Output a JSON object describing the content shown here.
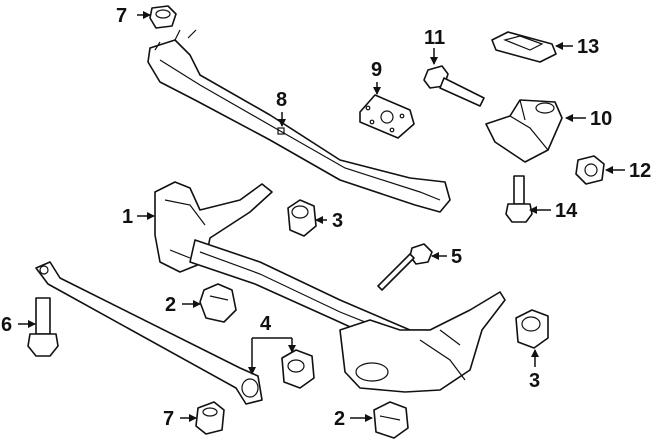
{
  "callouts": {
    "c1": "1",
    "c2a": "2",
    "c2b": "2",
    "c3a": "3",
    "c3b": "3",
    "c4": "4",
    "c5": "5",
    "c6": "6",
    "c7a": "7",
    "c7b": "7",
    "c8": "8",
    "c9": "9",
    "c10": "10",
    "c11": "11",
    "c12": "12",
    "c13": "13",
    "c14": "14"
  }
}
